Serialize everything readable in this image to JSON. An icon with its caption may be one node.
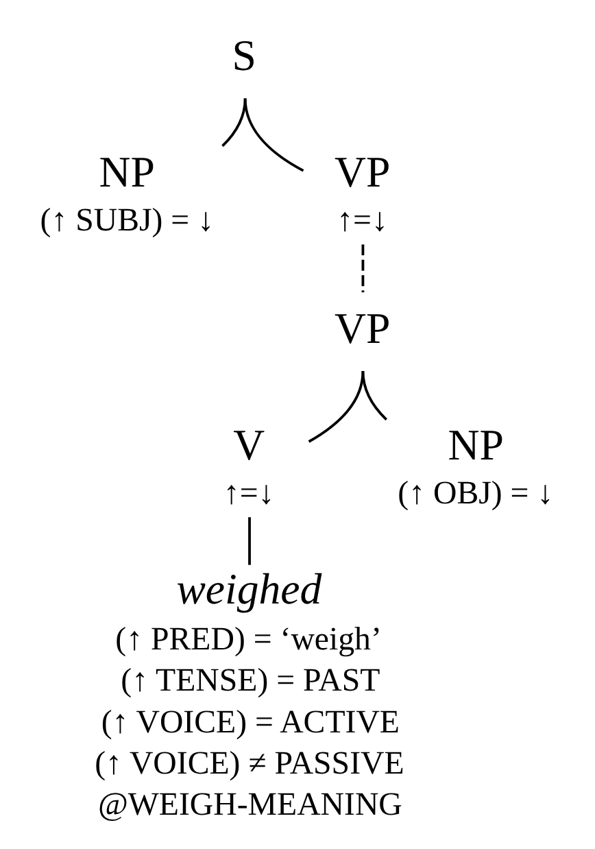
{
  "diagram": {
    "nodes": [
      {
        "text": [
          "S"
        ]
      },
      {
        "text": [
          "NP",
          "(↑ SUBJ) = ↓"
        ]
      },
      {
        "text": [
          "VP",
          "↑=↓"
        ]
      },
      {
        "text": [
          "VP"
        ]
      },
      {
        "text": [
          "V",
          "↑=↓"
        ]
      },
      {
        "text": [
          "NP",
          "(↑ OBJ) = ↓"
        ]
      },
      {
        "text": [
          "weighed",
          "(↑ PRED) = ‘weigh’",
          "(↑ TENSE) = PAST",
          "(↑ VOICE) = ACTIVE",
          "(↑ VOICE) ≠ PASSIVE",
          "@WEIGH-MEANING"
        ]
      }
    ],
    "edges": [
      {
        "from": 0,
        "to": 1,
        "arrow": "none"
      },
      {
        "from": 0,
        "to": 2,
        "arrow": "none"
      },
      {
        "from": 2,
        "to": 3,
        "arrow": "none",
        "style": "dashed"
      },
      {
        "from": 3,
        "to": 4,
        "arrow": "none"
      },
      {
        "from": 3,
        "to": 5,
        "arrow": "none"
      },
      {
        "from": 4,
        "to": 6,
        "arrow": "none"
      }
    ]
  }
}
